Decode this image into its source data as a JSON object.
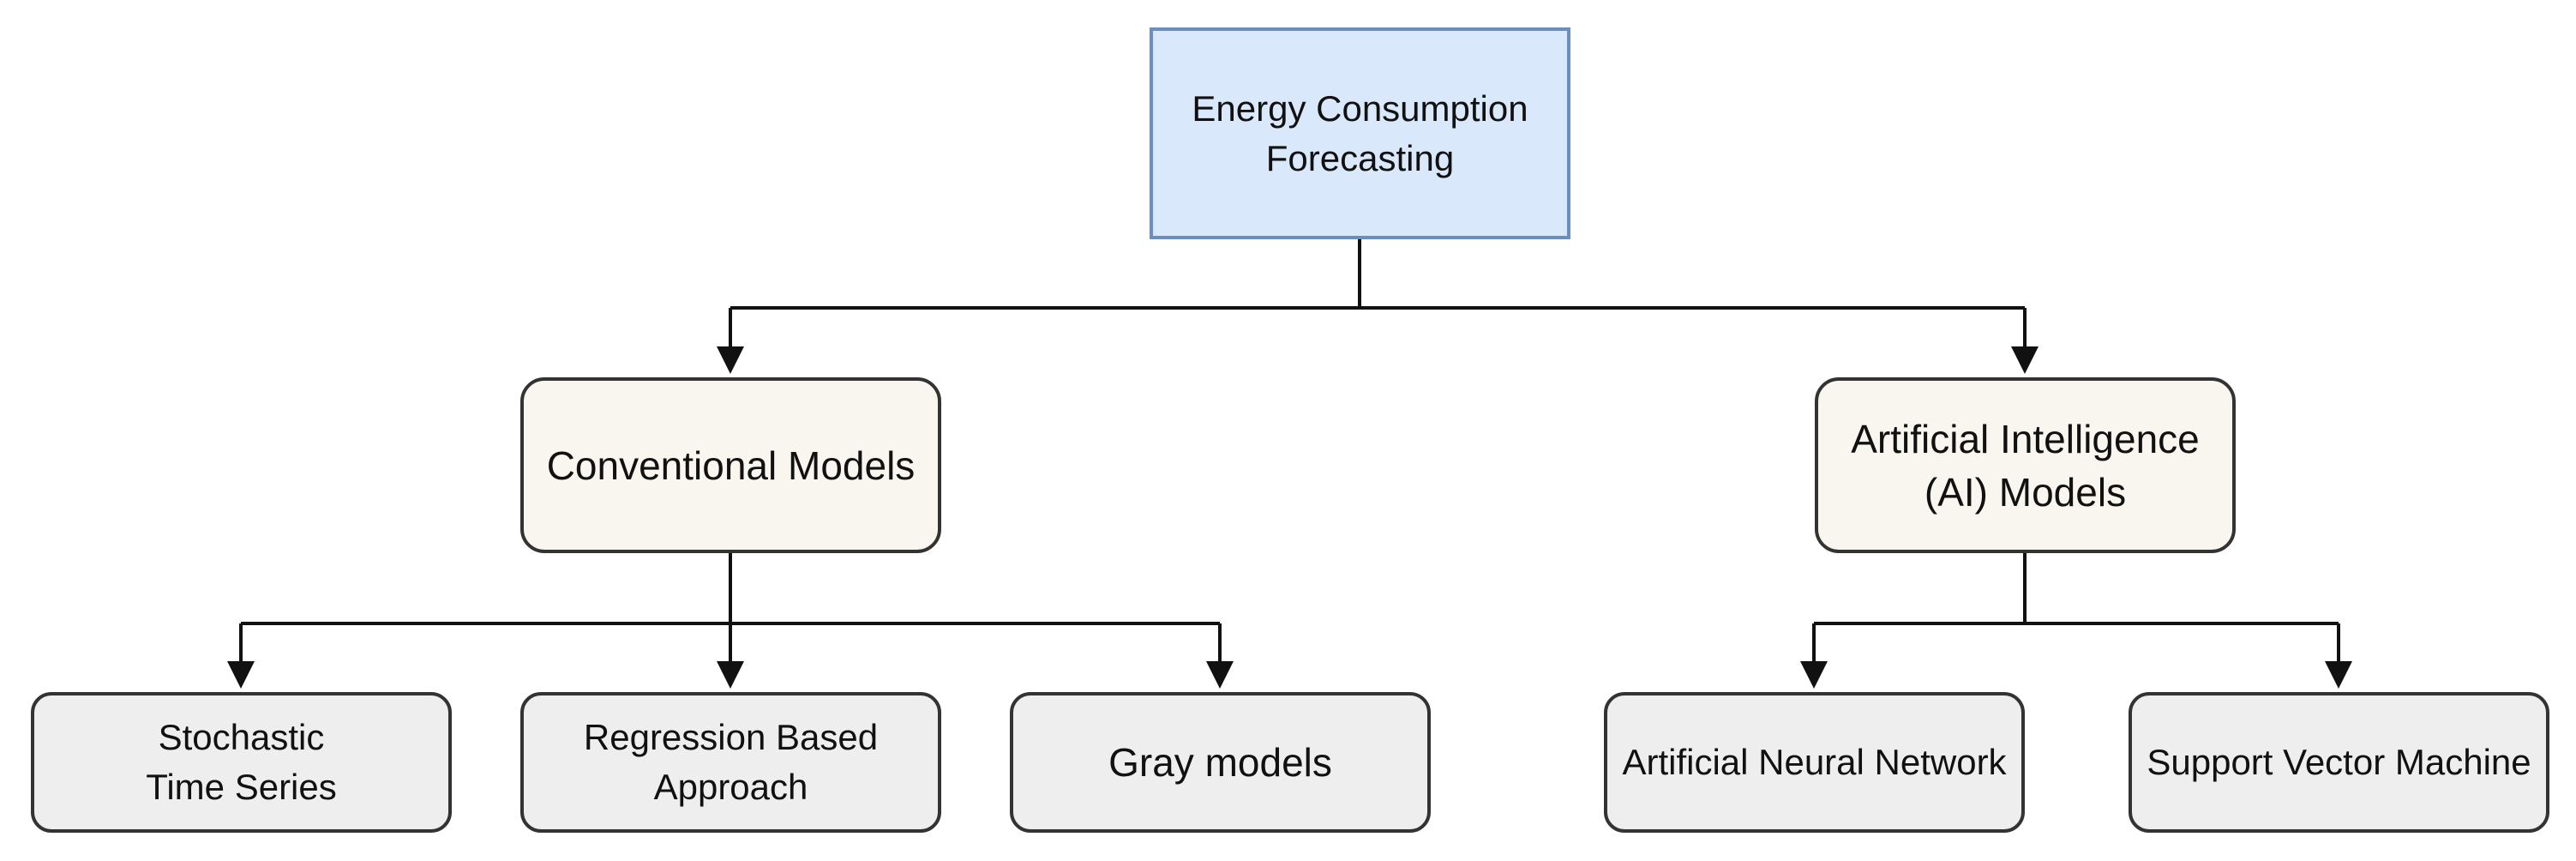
{
  "diagram": {
    "root": {
      "label": "Energy Consumption\nForecasting"
    },
    "branches": [
      {
        "label": "Conventional Models",
        "children": [
          {
            "label": "Stochastic\nTime Series"
          },
          {
            "label": "Regression Based\nApproach"
          },
          {
            "label": "Gray models"
          }
        ]
      },
      {
        "label": "Artificial Intelligence\n(AI) Models",
        "children": [
          {
            "label": "Artificial Neural Network"
          },
          {
            "label": "Support Vector Machine"
          }
        ]
      }
    ]
  },
  "colors": {
    "root_fill": "#dae8fc",
    "root_border": "#6c8ebf",
    "category_fill": "#f8f6ee",
    "leaf_fill": "#eeeeee",
    "node_border": "#333333",
    "connector": "#111111"
  }
}
